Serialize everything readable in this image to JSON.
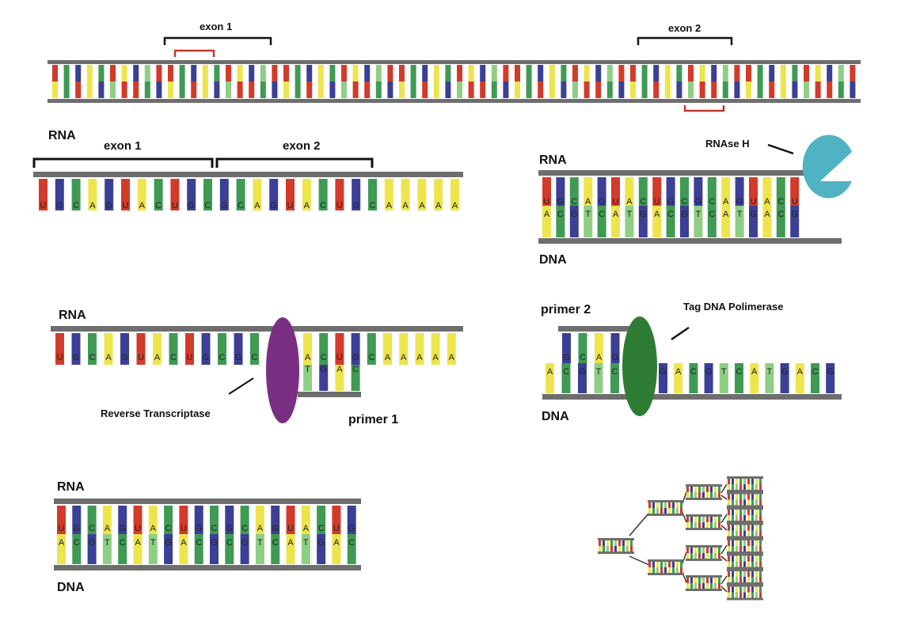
{
  "colors": {
    "backbone": "#6e6e6e",
    "base_red": "#d23a2a",
    "base_blue": "#3b3f95",
    "base_yellow": "#eee44c",
    "base_green": "#3f9a54",
    "base_lightgreen": "#8fce85",
    "bracket": "#111111",
    "probe_bracket": "#c0392b",
    "reverse_transcriptase": "#7a2f82",
    "taq_polymerase": "#2f7d34",
    "rnase_h": "#4fb3c3"
  },
  "genomic": {
    "exon1_label": "exon 1",
    "exon2_label": "exon 2"
  },
  "mrna": {
    "strand_label": "RNA",
    "exon1_label": "exon 1",
    "exon2_label": "exon 2",
    "bases": [
      "U",
      "G",
      "C",
      "A",
      "G",
      "U",
      "A",
      "C",
      "U",
      "G",
      "C",
      "G",
      "C",
      "A",
      "G",
      "U",
      "A",
      "C",
      "U",
      "G",
      "C",
      "A",
      "A",
      "A",
      "A",
      "A"
    ]
  },
  "reverse_transcription": {
    "strand_label": "RNA",
    "enzyme_label": "Reverse Transcriptase",
    "primer_label": "primer 1",
    "rna_bases": [
      "U",
      "G",
      "C",
      "A",
      "G",
      "U",
      "A",
      "C",
      "U",
      "G",
      "C",
      "G",
      "C",
      "A",
      "C",
      "U",
      "G",
      "C",
      "A",
      "A",
      "A",
      "A",
      "A"
    ],
    "primer_bases": [
      "T",
      "G",
      "A",
      "C"
    ]
  },
  "hybrid": {
    "rna_label": "RNA",
    "dna_label": "DNA",
    "rna_bases": [
      "U",
      "G",
      "C",
      "A",
      "G",
      "U",
      "A",
      "C",
      "U",
      "G",
      "C",
      "G",
      "C",
      "A",
      "G",
      "U",
      "A",
      "C",
      "U",
      "G"
    ],
    "dna_bases": [
      "A",
      "C",
      "G",
      "T",
      "C",
      "A",
      "T",
      "G",
      "A",
      "C",
      "G",
      "C",
      "G",
      "T",
      "C",
      "A",
      "T",
      "G",
      "A",
      "C"
    ]
  },
  "rnase": {
    "rna_label": "RNA",
    "dna_label": "DNA",
    "enzyme_label": "RNAse H",
    "rna_bases": [
      "U",
      "G",
      "C",
      "A",
      "G",
      "U",
      "A",
      "C",
      "U",
      "G",
      "C",
      "G",
      "C",
      "A",
      "G",
      "U",
      "A",
      "C",
      "U"
    ],
    "dna_bases": [
      "A",
      "C",
      "G",
      "T",
      "C",
      "A",
      "T",
      "G",
      "A",
      "C",
      "G",
      "T",
      "C",
      "A",
      "T",
      "G",
      "A",
      "C",
      "G"
    ]
  },
  "pcr": {
    "primer_label": "primer 2",
    "enzyme_label": "Tag DNA Polimerase",
    "dna_label": "DNA",
    "primer_bases": [
      "G",
      "C",
      "A",
      "G"
    ],
    "dna_left_bases": [
      "A",
      "C",
      "G",
      "T",
      "C"
    ],
    "dna_right_bases": [
      "G",
      "A",
      "C",
      "G",
      "T",
      "C",
      "A",
      "T",
      "G",
      "A",
      "C",
      "G"
    ]
  }
}
